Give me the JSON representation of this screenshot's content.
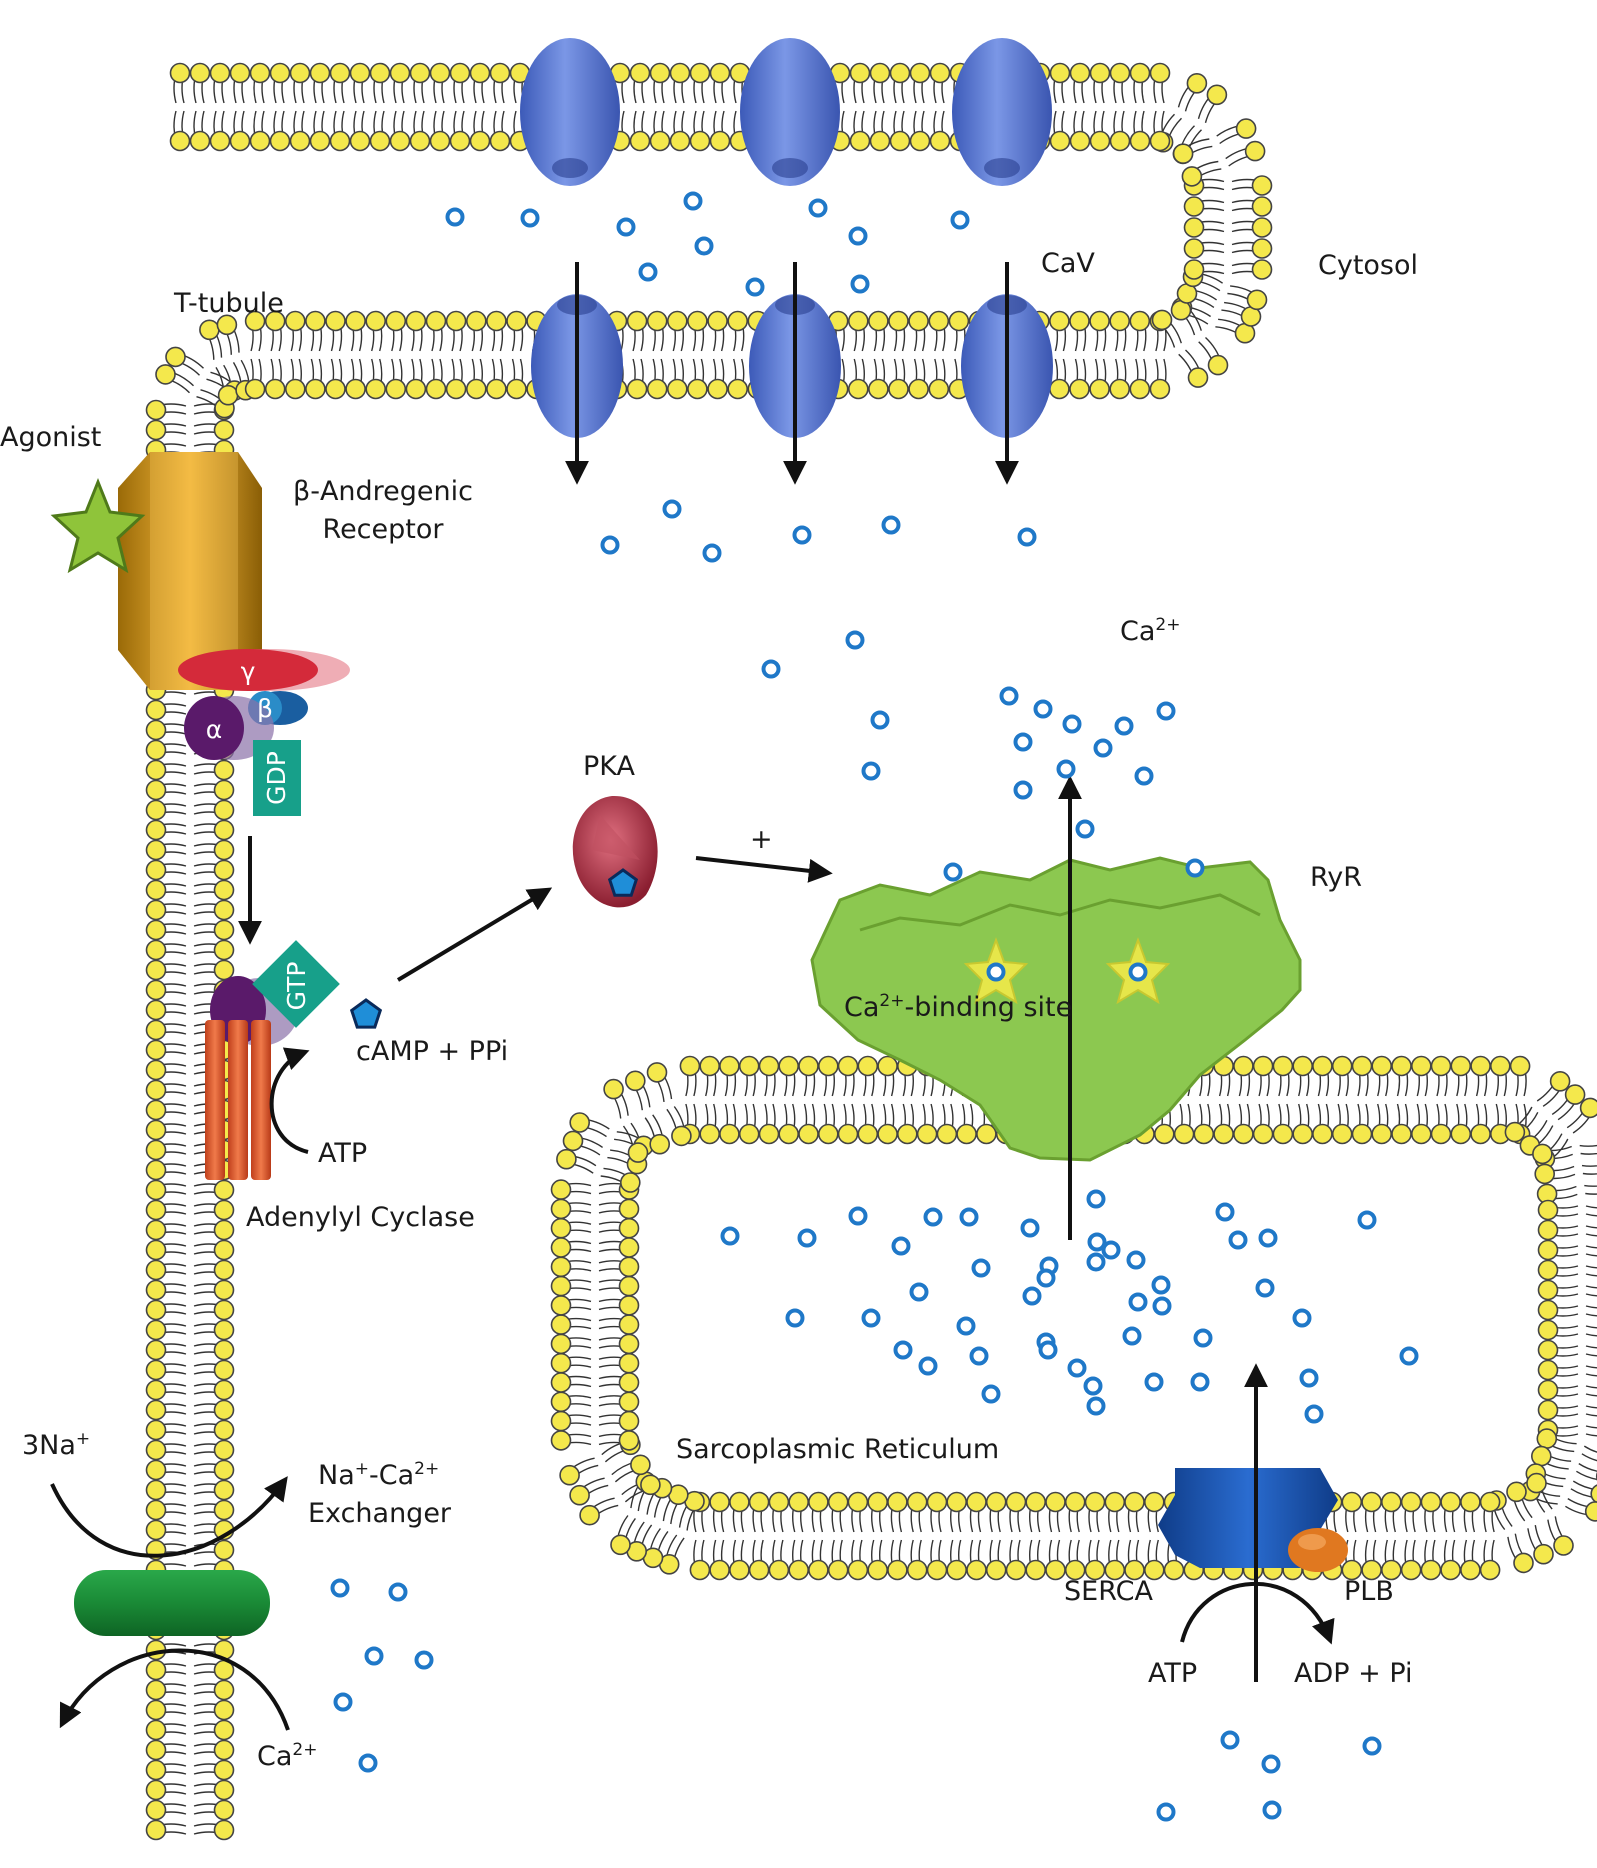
{
  "colors": {
    "head": "#f4e84c",
    "head_stroke": "#444444",
    "tail": "#333333",
    "ion": "#1f78c8",
    "channel": "#5c7cd6",
    "receptor": "#c98b10",
    "agonist": "#8fc43a",
    "g_gamma": "#d42a3a",
    "g_beta": "#2a8cc8",
    "g_alpha": "#5a1a6a",
    "nucleotide": "#17a08a",
    "cyclase": "#e0562a",
    "pka": "#b03040",
    "camp": "#1f8ed8",
    "ryr": "#8cc850",
    "exchanger": "#1e8c3a",
    "serca": "#1a5cb4",
    "plb": "#e07820",
    "arrow": "#111111"
  },
  "icons": {
    "ion": "calcium-ion-icon",
    "agonist": "agonist-star-icon",
    "camp": "camp-pentagon-icon",
    "binding_site": "binding-site-star-icon"
  },
  "labels": {
    "cav": "CaV",
    "cytosol": "Cytosol",
    "t_tubule": "T-tubule",
    "agonist": "Agonist",
    "receptor_line1": "β-Andregenic",
    "receptor_line2": "Receptor",
    "ca_free": {
      "base": "Ca",
      "sup": "2+"
    },
    "gamma": "γ",
    "beta": "β",
    "alpha": "α",
    "gdp": "GDP",
    "gtp": "GTP",
    "pka": "PKA",
    "plus": "+",
    "ryr": "RyR",
    "binding_site": {
      "base": "Ca",
      "sup": "2+",
      "rest": "-binding site"
    },
    "camp_ppi": "cAMP + PPi",
    "atp_cyclase": "ATP",
    "adenylyl_cyclase": "Adenylyl Cyclase",
    "na_in": {
      "base": "3Na",
      "sup": "+"
    },
    "exchanger_line1": {
      "a": "Na",
      "b": "+",
      "c": "-Ca",
      "d": "2+"
    },
    "exchanger_line2": "Exchanger",
    "ca_exchanger": {
      "base": "Ca",
      "sup": "2+"
    },
    "sarcoplasmic_reticulum": "Sarcoplasmic Reticulum",
    "serca": "SERCA",
    "plb": "PLB",
    "atp_serca": "ATP",
    "adp_pi": "ADP + Pi"
  }
}
